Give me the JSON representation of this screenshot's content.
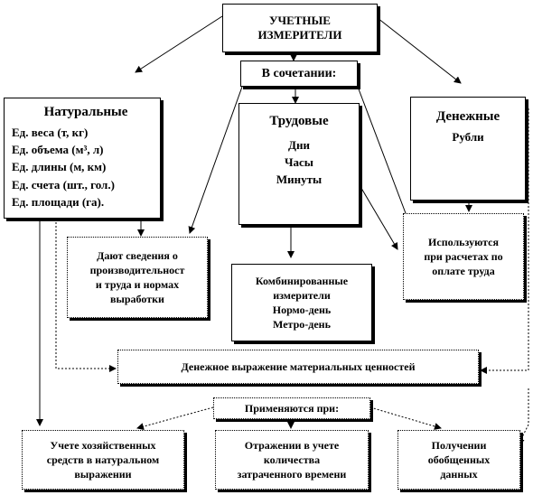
{
  "root": {
    "line1": "УЧЕТНЫЕ",
    "line2": "ИЗМЕРИТЕЛИ"
  },
  "combination": {
    "label": "В сочетании:"
  },
  "natural": {
    "title": "Натуральные",
    "items": [
      "Ед. веса (т, кг)",
      "Ед. объема (м³, л)",
      "Ед. длины (м, км)",
      "Ед. счета (шт., гол.)",
      "Ед. площади (га)."
    ]
  },
  "labor": {
    "title": "Трудовые",
    "items": [
      "Дни",
      "Часы",
      "Минуты"
    ]
  },
  "money": {
    "title": "Денежные",
    "items": [
      "Рубли"
    ]
  },
  "productivity": {
    "lines": [
      "Дают сведения о",
      "производительност",
      "и труда и нормах",
      "выработки"
    ]
  },
  "combined": {
    "lines": [
      "Комбинированные",
      "измерители",
      "Нормо-день",
      "Метро-день"
    ]
  },
  "wages": {
    "lines": [
      "Используются",
      "при расчетах по",
      "оплате труда"
    ]
  },
  "material": {
    "label": "Денежное выражение материальных ценностей"
  },
  "applied": {
    "label": "Применяются при:"
  },
  "accounting": {
    "lines": [
      "Учете хозяйственных",
      "средств в натуральном",
      "выражении"
    ]
  },
  "time": {
    "lines": [
      "Отражении в учете",
      "количества",
      "затраченного времени"
    ]
  },
  "summary": {
    "lines": [
      "Получении",
      "обобщенных",
      "данных"
    ]
  }
}
